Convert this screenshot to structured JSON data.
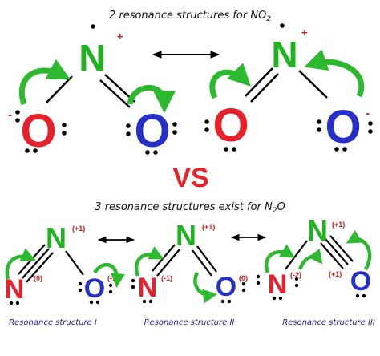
{
  "top": {
    "title_prefix": "2 resonance structures for NO",
    "title_sub": "2",
    "left": {
      "n": "N",
      "n_charge": "+",
      "o_left": "O",
      "o_left_charge": "-",
      "o_right": "O"
    },
    "right": {
      "n": "N",
      "n_charge": "+",
      "o_left": "O",
      "o_right": "O",
      "o_right_charge": "-"
    }
  },
  "vs": "VS",
  "bottom": {
    "title_prefix": "3 resonance structures exist for N",
    "title_sub": "2",
    "title_suffix": "O",
    "s1": {
      "n_top": "N",
      "n_top_charge": "(+1)",
      "n_left": "N",
      "n_left_charge": "(0)",
      "o": "O",
      "o_charge": "(-1)",
      "label": "Resonance structure I"
    },
    "s2": {
      "n_top": "N",
      "n_top_charge": "(+1)",
      "n_left": "N",
      "n_left_charge": "(-1)",
      "o": "O",
      "o_charge": "(0)",
      "label": "Resonance structure II"
    },
    "s3": {
      "n_top": "N",
      "n_top_charge": "(+1)",
      "n_left": "N",
      "n_left_charge": "(-2)",
      "o": "O",
      "o_charge": "(+1)",
      "label": "Resonance structure III"
    }
  },
  "colors": {
    "nitrogen": "#1fb31f",
    "oxygen_red": "#e8202a",
    "oxygen_blue": "#2530c8",
    "nitrogen_red": "#e8202a",
    "arrow": "#2db92d",
    "charge": "#d01818",
    "caption": "#1a1aa0",
    "vs": "#e8202a"
  }
}
